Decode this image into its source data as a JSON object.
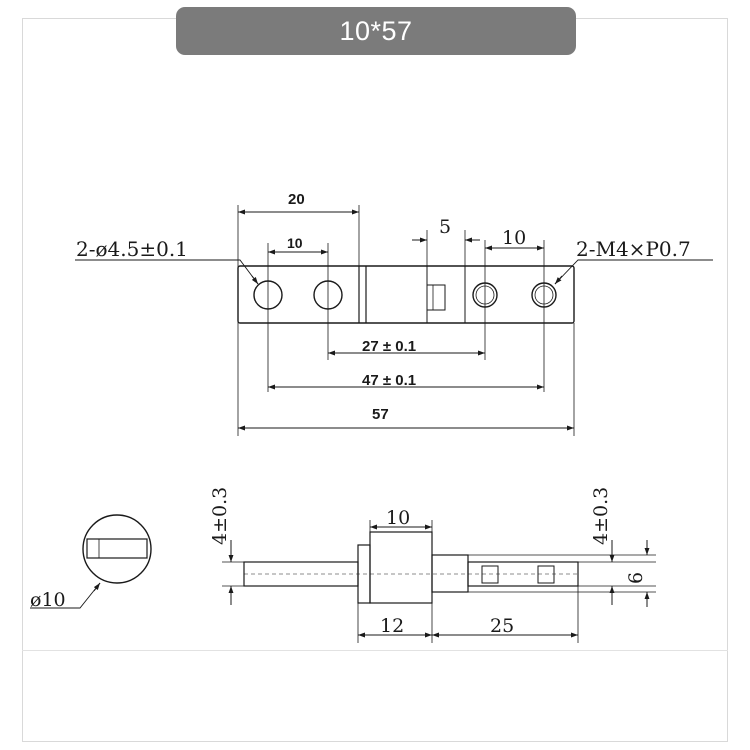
{
  "header": {
    "title": "10*57"
  },
  "drawing": {
    "top_view": {
      "hole_callout_left": "2-ø4.5±0.1",
      "hole_callout_right": "2-M4×P0.7",
      "dim_20": "20",
      "dim_10_left": "10",
      "dim_5": "5",
      "dim_10_right": "10",
      "dim_27": "27 ± 0.1",
      "dim_47": "47 ± 0.1",
      "dim_57": "57"
    },
    "side_view": {
      "dim_thickness_left": "4±0.3",
      "dim_thickness_right": "4±0.3",
      "dim_10": "10",
      "dim_6": "6",
      "dim_12": "12",
      "dim_25": "25"
    },
    "end_view": {
      "dim_diameter": "ø10"
    }
  },
  "colors": {
    "line": "#1a1a1a",
    "title_bg": "#7b7b7b",
    "title_text": "#ffffff"
  }
}
